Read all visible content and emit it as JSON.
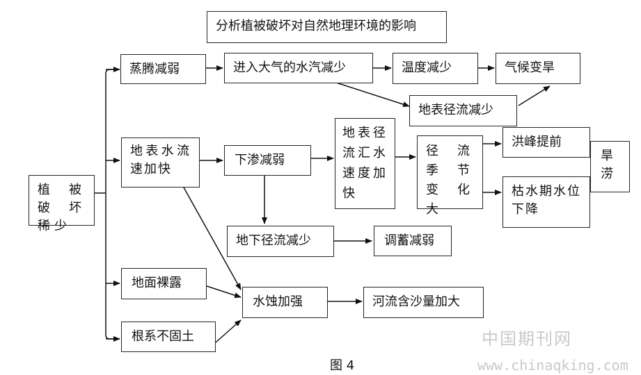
{
  "title": "分析植被破坏对自然地理环境的影响",
  "nodes": {
    "root": "植被破坏稀少",
    "evap": "蒸腾减弱",
    "vapor": "进入大气的水汽减少",
    "temp": "温度减少",
    "climate": "气候变旱",
    "surface_runoff": "地表径流减少",
    "flow_fast": "地表水流速加快",
    "infil": "下渗减弱",
    "conv": "地表径流汇水速度加快",
    "season": "径流季节变化大",
    "flood_peak": "洪峰提前",
    "low_water": "枯水期水位下降",
    "drought_flood": "旱涝",
    "ground_runoff": "地下径流减少",
    "storage": "调蓄减弱",
    "bare": "地面裸露",
    "roots": "根系不固土",
    "erosion": "水蚀加强",
    "sediment": "河流含沙量加大"
  },
  "caption": "图 4",
  "watermark": {
    "brand": "中国期刊网",
    "url": "www.chinaqking.com"
  }
}
